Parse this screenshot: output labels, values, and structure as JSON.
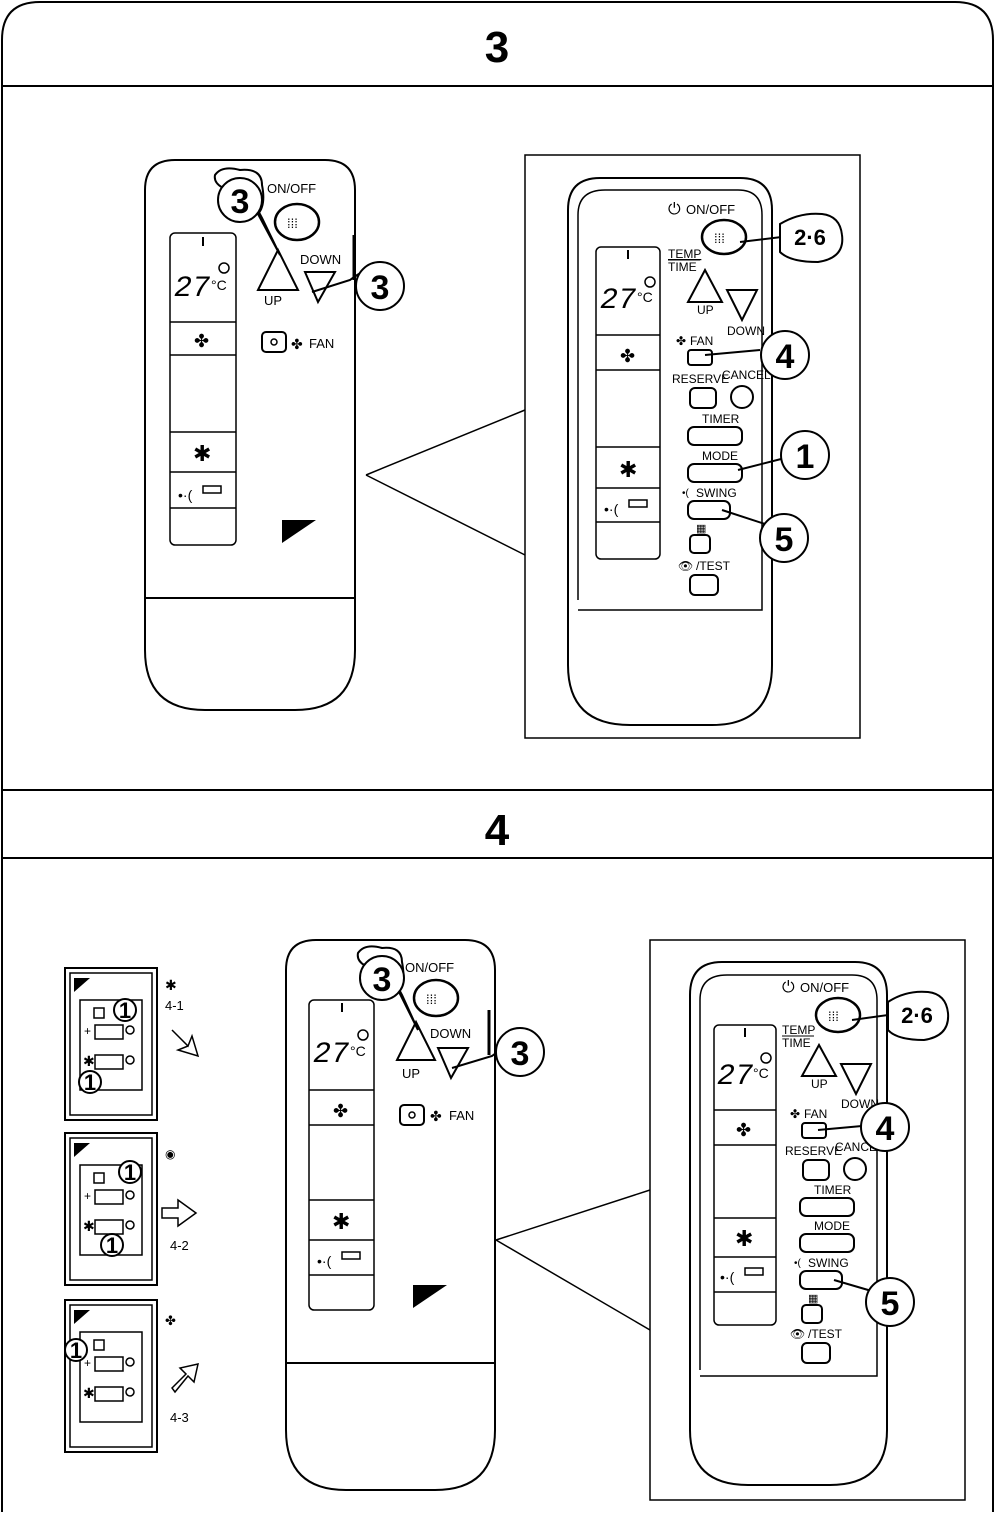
{
  "section3": {
    "header": "3",
    "remote_small": {
      "on_off": "ON/OFF",
      "down": "DOWN",
      "up": "UP",
      "fan": "FAN",
      "lcd_temp": "27",
      "lcd_unit": "°C",
      "callout_up": "3",
      "callout_down": "3"
    },
    "remote_detail": {
      "on_off": "ON/OFF",
      "temp": "TEMP",
      "time": "TIME",
      "up": "UP",
      "down": "DOWN",
      "fan": "FAN",
      "reserve": "RESERVE",
      "cancel": "CANCEL",
      "timer": "TIMER",
      "mode": "MODE",
      "swing": "SWING",
      "test": "/TEST",
      "lcd_temp": "27",
      "lcd_unit": "°C",
      "callout_onoff": "2·6",
      "callout_fan": "4",
      "callout_mode": "1",
      "callout_swing": "5"
    }
  },
  "section4": {
    "header": "4",
    "switch_panels": [
      {
        "step": "4-1",
        "callout": "1"
      },
      {
        "step": "4-2",
        "callout": "1"
      },
      {
        "step": "4-3",
        "callout": "1"
      }
    ],
    "remote_small": {
      "on_off": "ON/OFF",
      "down": "DOWN",
      "up": "UP",
      "fan": "FAN",
      "lcd_temp": "27",
      "lcd_unit": "°C",
      "callout_up": "3",
      "callout_down": "3"
    },
    "remote_detail": {
      "on_off": "ON/OFF",
      "temp": "TEMP",
      "time": "TIME",
      "up": "UP",
      "down": "DOWN",
      "fan": "FAN",
      "reserve": "RESERVE",
      "cancel": "CANCEL",
      "timer": "TIMER",
      "mode": "MODE",
      "swing": "SWING",
      "test": "/TEST",
      "lcd_temp": "27",
      "lcd_unit": "°C",
      "callout_onoff": "2·6",
      "callout_fan": "4",
      "callout_swing": "5"
    }
  }
}
